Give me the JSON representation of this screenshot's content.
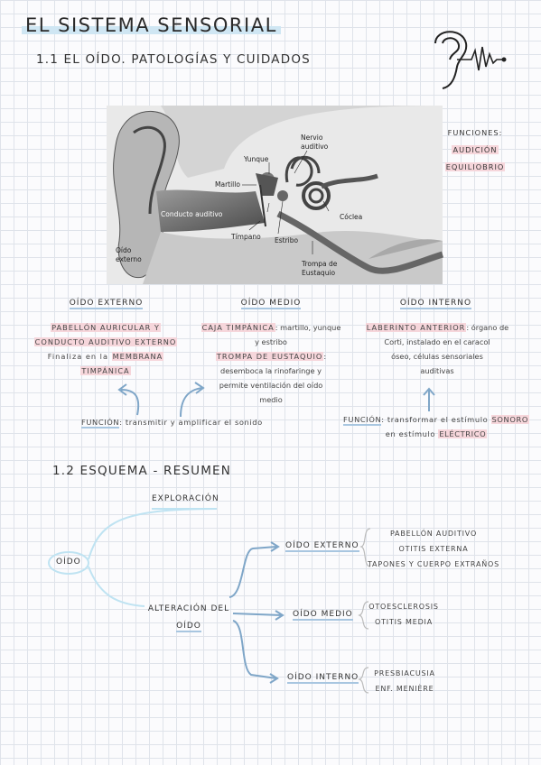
{
  "title": "EL SISTEMA SENSORIAL",
  "section1": "1.1 EL OÍDO. PATOLOGÍAS Y CUIDADOS",
  "diagram_labels": {
    "nervio": "Nervio",
    "auditivo": "auditivo",
    "yunque": "Yunque",
    "martillo": "Martillo",
    "conducto": "Conducto auditivo",
    "coclea": "Cóclea",
    "timpano": "Tímpano",
    "estribo": "Estribo",
    "oido": "Oído",
    "externo": "externo",
    "trompa": "Trompa de",
    "eustaquio": "Eustaquio"
  },
  "functions": {
    "heading": "FUNCIONES:",
    "items": [
      "AUDICIÓN",
      "EQUILIOBRIO"
    ]
  },
  "columns": {
    "externo": {
      "heading": "OÍDO EXTERNO",
      "l1": "PABELLÓN AURICULAR Y",
      "l2": "CONDUCTO AUDITIVO EXTERNO",
      "l3a": "Finaliza en la ",
      "l3b": "MEMBRANA",
      "l4": "TIMPÁNICA"
    },
    "medio": {
      "heading": "OÍDO MEDIO",
      "l1a": "CAJA TIMPÁNICA",
      "l1b": ": martillo, yunque",
      "l2": "y estribo",
      "l3a": "TROMPA DE EUSTAQUIO",
      "l3b": ":",
      "l4": "desemboca la rinofaringe y",
      "l5": "permite ventilación del oído",
      "l6": "medio"
    },
    "interno": {
      "heading": "OÍDO INTERNO",
      "l1a": "LABERINTO ANTERIOR",
      "l1b": ": órgano de",
      "l2": "Corti, instalado en el caracol",
      "l3": "óseo, células sensoriales",
      "l4": "auditivas"
    }
  },
  "function_notes": {
    "left_label": "FUNCIÓN",
    "left_text": ": transmitir y amplificar el sonido",
    "right_label": "FUNCIÓN",
    "right_text_a": ": transformar el estímulo ",
    "right_text_b": "SONORO",
    "right_text_c": "en estímulo ",
    "right_text_d": "ELÉCTRICO"
  },
  "section2": "1.2 ESQUEMA - RESUMEN",
  "scheme": {
    "root": "OÍDO",
    "exploracion": "EXPLORACIÓN",
    "alteracion_1": "ALTERACIÓN DEL",
    "alteracion_2": "OÍDO",
    "externo": "OÍDO EXTERNO",
    "medio": "OÍDO MEDIO",
    "interno": "OÍDO INTERNO",
    "externo_items": [
      "PABELLÓN AUDITIVO",
      "OTITIS EXTERNA",
      "TAPONES Y CUERPO EXTRAÑOS"
    ],
    "medio_items": [
      "OTOESCLEROSIS",
      "OTITIS MEDIA"
    ],
    "interno_items": [
      "PRESBIACUSIA",
      "ENF. MENIÈRE"
    ]
  },
  "colors": {
    "highlight_blue": "#cfe6f3",
    "highlight_pink": "#f6d6db",
    "arrow_blue": "#7fa6c8",
    "light_blue": "#bfe3f2"
  }
}
